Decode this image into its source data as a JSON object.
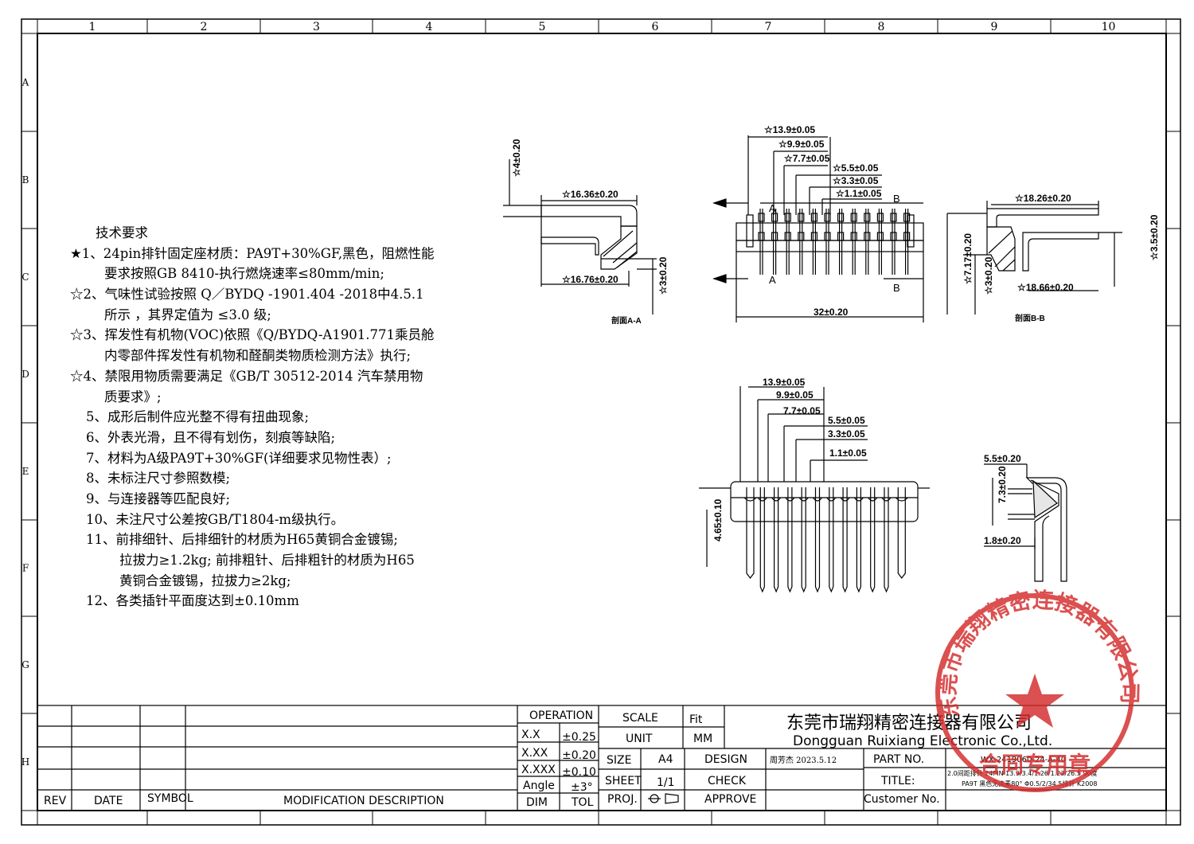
{
  "frame": {
    "columns": [
      "1",
      "2",
      "3",
      "4",
      "5",
      "6",
      "7",
      "8",
      "9",
      "10"
    ],
    "rows": [
      "A",
      "B",
      "C",
      "D",
      "E",
      "F",
      "G",
      "H"
    ]
  },
  "notes": {
    "title": "技术要求",
    "lines": [
      "★1、24pin排针固定座材质：PA9T+30%GF,黑色，阻燃性能",
      "要求按照GB 8410-执行燃烧速率≤80mm/min;",
      "☆2、气味性试验按照 Q／BYDQ -1901.404 -2018中4.5.1",
      "所示 ，其界定值为 ≤3.0 级;",
      "☆3、挥发性有机物(VOC)依照《Q/BYDQ-A1901.771乘员舱",
      "内零部件挥发性有机物和醛酮类物质检测方法》执行;",
      "☆4、禁限用物质需要满足《GB/T 30512-2014 汽车禁用物",
      "质要求》;",
      "5、成形后制件应光整不得有扭曲现象;",
      "6、外表光滑，且不得有划伤，刻痕等缺陷;",
      "7、材料为A级PA9T+30%GF(详细要求见物性表）;",
      "8、未标注尺寸参照数模;",
      "9、与连接器等匹配良好;",
      "10、未注尺寸公差按GB/T1804-m级执行。",
      "11、前排细针、后排细针的材质为H65黄铜合金镀锡;",
      "拉拔力≥1.2kg; 前排粗针、后排粗针的材质为H65",
      "黄铜合金镀锡，拉拔力≥2kg;",
      "12、各类插针平面度达到±0.10mm"
    ]
  },
  "views": {
    "section_aa": {
      "label": "剖面A-A",
      "dims": [
        "☆4±0.20",
        "☆16.36±0.20",
        "☆16.76±0.20",
        "☆3±0.20"
      ]
    },
    "front": {
      "dims": [
        "☆13.9±0.05",
        "☆9.9±0.05",
        "☆7.7±0.05",
        "☆5.5±0.05",
        "☆3.3±0.05",
        "☆1.1±0.05",
        "32±0.20"
      ],
      "markers": [
        "A",
        "A",
        "B",
        "B"
      ]
    },
    "section_bb": {
      "label": "剖面B-B",
      "dims": [
        "☆18.26±0.20",
        "☆18.66±0.20",
        "☆3.5±0.20",
        "☆7.17±0.20",
        "☆3±0.20"
      ]
    },
    "bottom": {
      "dims": [
        "13.9±0.05",
        "9.9±0.05",
        "7.7±0.05",
        "5.5±0.05",
        "3.3±0.05",
        "1.1±0.05",
        "4.65±0.10"
      ]
    },
    "side": {
      "dims": [
        "5.5±0.20",
        "7.3±0.20",
        "1.8±0.20"
      ]
    }
  },
  "title_block": {
    "rev_headers": [
      "REV",
      "DATE",
      "SYMBOL",
      "MODIFICATION DESCRIPTION"
    ],
    "operation": "OPERATION",
    "tol_rows": [
      {
        "label": "X.X",
        "value": "±0.25"
      },
      {
        "label": "X.XX",
        "value": "±0.20"
      },
      {
        "label": "X.XXX",
        "value": "±0.10"
      },
      {
        "label": "Angle",
        "value": "±3°"
      }
    ],
    "dim": "DIM",
    "tol": "TOL",
    "scale_label": "SCALE",
    "scale_value": "Fit",
    "unit_label": "UNIT",
    "unit_value": "MM",
    "size_label": "SIZE",
    "size_value": "A4",
    "sheet_label": "SHEET",
    "sheet_value": "1/1",
    "proj_label": "PROJ.",
    "design_label": "DESIGN",
    "design_value": "周芳杰  2023.5.12",
    "check_label": "CHECK",
    "approve_label": "APPROVE",
    "company_cn": "东莞市瑞翔精密连接器有限公司",
    "company_en": "Dongguan  Ruixiang  Electronic    Co.,Ltd.",
    "part_no_label": "PART NO.",
    "part_no_value": "WX-2419060-24-A-40",
    "title_label": "TITLE:",
    "title_line1": "2.0间距排针 24PIN 13.9/3.4/1.26/1.23/26.5 90度",
    "title_line2": "PA9T 黑色无卤素80° Φ0.5/2/34.5排针 K2008",
    "customer_label": "Customer No.",
    "stamp_text": "东莞市瑞翔精密连接器有限公司",
    "stamp_sub": "合同专用章",
    "stamp_color": "#d42a2a"
  }
}
